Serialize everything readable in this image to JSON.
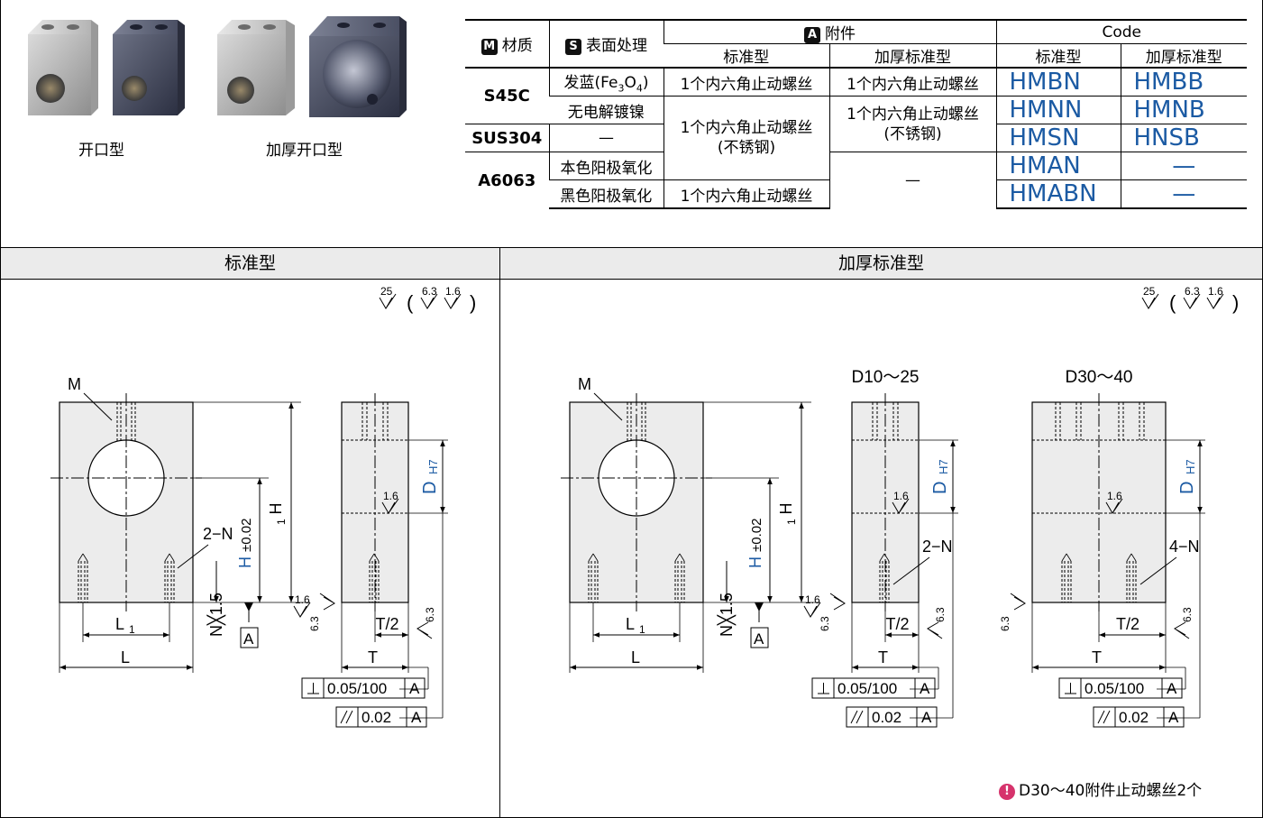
{
  "products": [
    {
      "label": "开口型"
    },
    {
      "label": "加厚开口型"
    }
  ],
  "table": {
    "material_badge": "M",
    "material_header": "材质",
    "surface_badge": "S",
    "surface_header": "表面处理",
    "accessory_badge": "A",
    "accessory_header": "附件",
    "code_header": "Code",
    "sub_standard": "标准型",
    "sub_thick": "加厚标准型",
    "rows": {
      "s45c": "S45C",
      "sus304": "SUS304",
      "a6063": "A6063",
      "fe3o4_pre": "发蓝(Fe",
      "fe3o4_3": "3",
      "fe3o4_O": "O",
      "fe3o4_4": "4",
      "fe3o4_post": ")",
      "nickel": "无电解镀镍",
      "dash": "—",
      "anod_natural": "本色阳极氧化",
      "anod_black": "黑色阳极氧化",
      "screw": "1个内六角止动螺丝",
      "screw_ss_1": "1个内六角止动螺丝",
      "screw_ss_2": "(不锈钢)",
      "code_hmbn": "HMBN",
      "code_hmbb": "HMBB",
      "code_hmnn": "HMNN",
      "code_hmnb": "HMNB",
      "code_hmsn": "HMSN",
      "code_hnsb": "HNSB",
      "code_hman": "HMAN",
      "code_hmabn": "HMABN"
    }
  },
  "panels": {
    "left_title": "标准型",
    "right_title": "加厚标准型"
  },
  "drawing_text": {
    "M": "M",
    "L": "L",
    "L1": "L",
    "sub1": "1",
    "H1": "H",
    "H": "H",
    "tol": "±0.02",
    "N15": "N╳1.5",
    "A": "A",
    "T": "T",
    "T2": "T/2",
    "D": "D",
    "H7": "H7",
    "N2": "2−N",
    "N4": "4−N",
    "r25": "25",
    "r63": "6.3",
    "r16": "1.6",
    "perp_tol": "0.05/100",
    "par_tol": "0.02",
    "D10_25": "D10～25",
    "D30_40": "D30～40",
    "paren_open": "(",
    "paren_close": ")"
  },
  "note": {
    "icon": "!",
    "text": "D30～40附件止动螺丝2个"
  },
  "colors": {
    "code_blue": "#1b5aa3",
    "dim_blue": "#1b5aa3",
    "panel_header_bg": "#ebebeb",
    "part_fill": "#ececec",
    "note_pink": "#d6336c"
  }
}
